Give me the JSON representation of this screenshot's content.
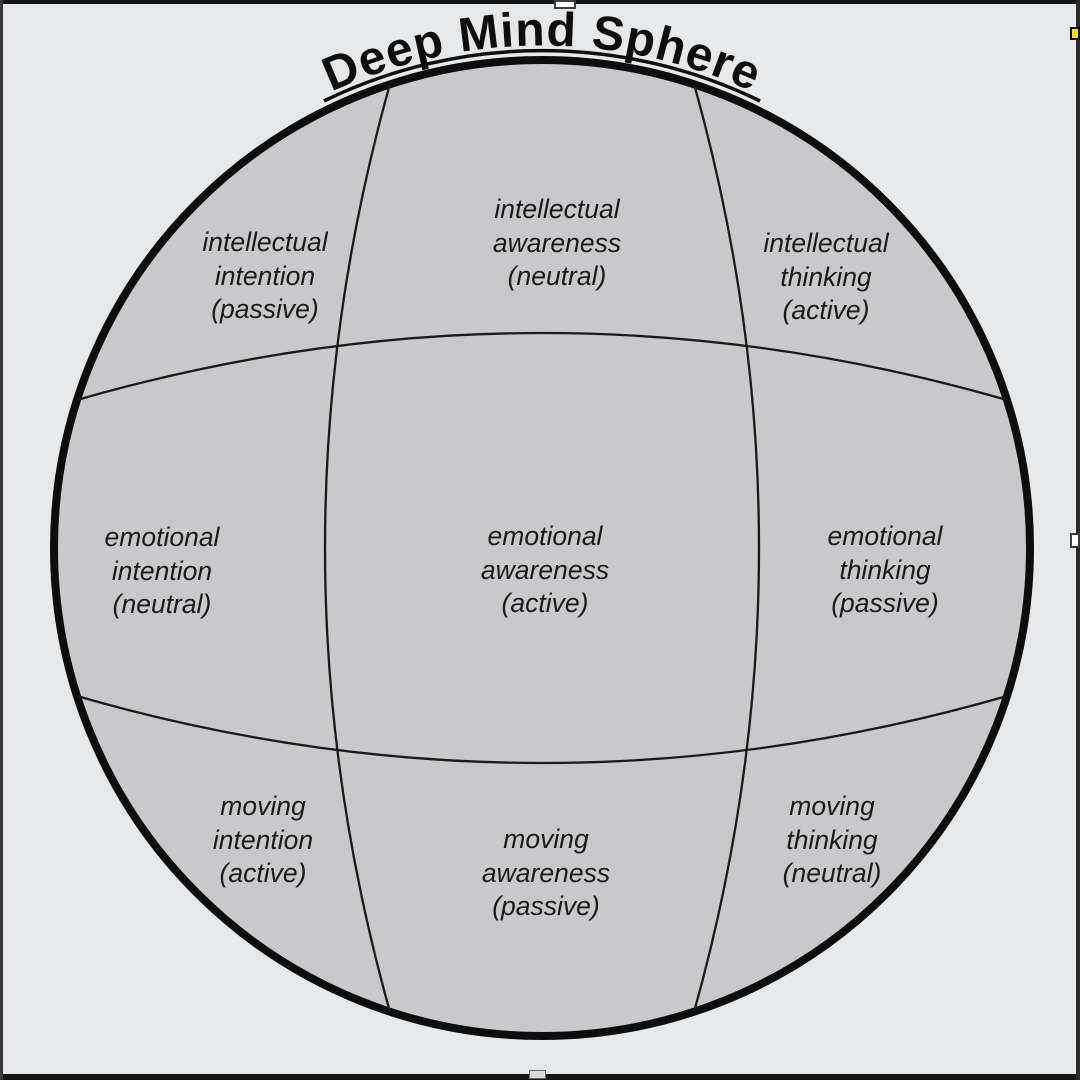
{
  "title": "Deep Mind Sphere",
  "colors": {
    "canvas_background": "#e7e8ea",
    "sphere_fill": "#c9c9cb",
    "sphere_outline": "#0d0d0d",
    "grid_line": "#1a1a1a",
    "label_text": "#1a1a1a",
    "frame": "#141414",
    "handle_fill": "#ffffff",
    "handle_yellow": "#ffdf00"
  },
  "sphere": {
    "cells": [
      {
        "region": "top-left",
        "lines": [
          "intellectual",
          "intention",
          "(passive)"
        ]
      },
      {
        "region": "top-center",
        "lines": [
          "intellectual",
          "awareness",
          "(neutral)"
        ]
      },
      {
        "region": "top-right",
        "lines": [
          "intellectual",
          "thinking",
          "(active)"
        ]
      },
      {
        "region": "middle-left",
        "lines": [
          "emotional",
          "intention",
          "(neutral)"
        ]
      },
      {
        "region": "middle-center",
        "lines": [
          "emotional",
          "awareness",
          "(active)"
        ]
      },
      {
        "region": "middle-right",
        "lines": [
          "emotional",
          "thinking",
          "(passive)"
        ]
      },
      {
        "region": "bottom-left",
        "lines": [
          "moving",
          "intention",
          "(active)"
        ]
      },
      {
        "region": "bottom-center",
        "lines": [
          "moving",
          "awareness",
          "(passive)"
        ]
      },
      {
        "region": "bottom-right",
        "lines": [
          "moving",
          "thinking",
          "(neutral)"
        ]
      }
    ]
  }
}
